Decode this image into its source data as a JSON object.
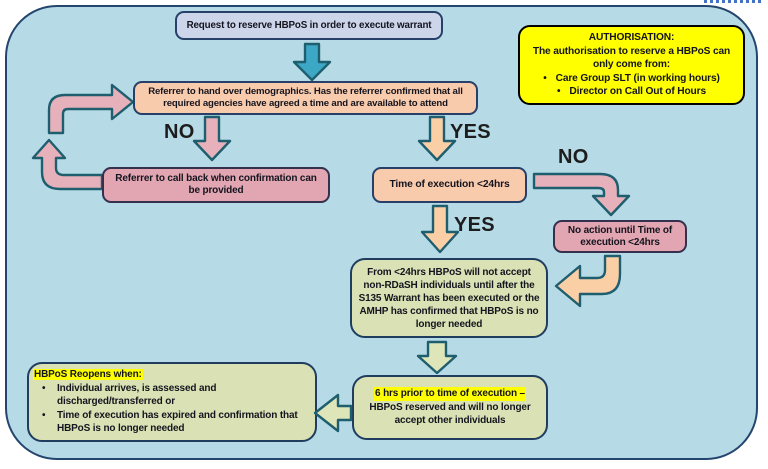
{
  "panel": {
    "bg": "#b6dbe6",
    "border": "#24456e"
  },
  "nodes": {
    "request": {
      "text": "Request to reserve HBPoS in order to execute warrant",
      "fill": "#ccd5ea"
    },
    "authorisation": {
      "title": "AUTHORISATION:",
      "line1": "The authorisation to reserve a HBPoS can",
      "line2": "only come from:",
      "bullets": [
        "Care Group SLT (in working hours)",
        "Director on Call Out of Hours"
      ],
      "fill": "#ffff00"
    },
    "demographics": {
      "text": "Referrer to hand over demographics. Has the referrer confirmed that all required agencies have agreed a time and are available to attend",
      "fill": "#f8cbad"
    },
    "callback": {
      "text": "Referrer to call back when confirmation can be provided",
      "fill": "#e1a6b2"
    },
    "time_exec": {
      "text": "Time of execution <24hrs",
      "fill": "#f8cbad"
    },
    "no_action": {
      "text": "No action until Time of execution <24hrs",
      "fill": "#e1a6b2"
    },
    "from24": {
      "text": "From <24hrs HBPoS will not accept non-RDaSH individuals until after the S135 Warrant has been executed or the AMHP has confirmed that HBPoS is no longer needed",
      "fill": "#dae2b5"
    },
    "six_hrs": {
      "highlight": "6 hrs prior to time of execution –",
      "rest": "HBPoS reserved and will no longer accept other individuals",
      "fill": "#dae2b5"
    },
    "reopens": {
      "title": "HBPoS Reopens when:",
      "bullets": [
        "Individual arrives, is assessed and discharged/transferred or",
        "Time of execution has expired and confirmation that HBPoS is no longer needed"
      ],
      "fill": "#dae2b5"
    }
  },
  "labels": {
    "no1": "NO",
    "yes1": "YES",
    "no2": "NO",
    "yes2": "YES"
  },
  "colors": {
    "teal_arrow": "#3da7c6",
    "pink_arrow": "#e6b1ba",
    "peach_arrow": "#fbcfa6",
    "green_arrow": "#dde5b9"
  }
}
